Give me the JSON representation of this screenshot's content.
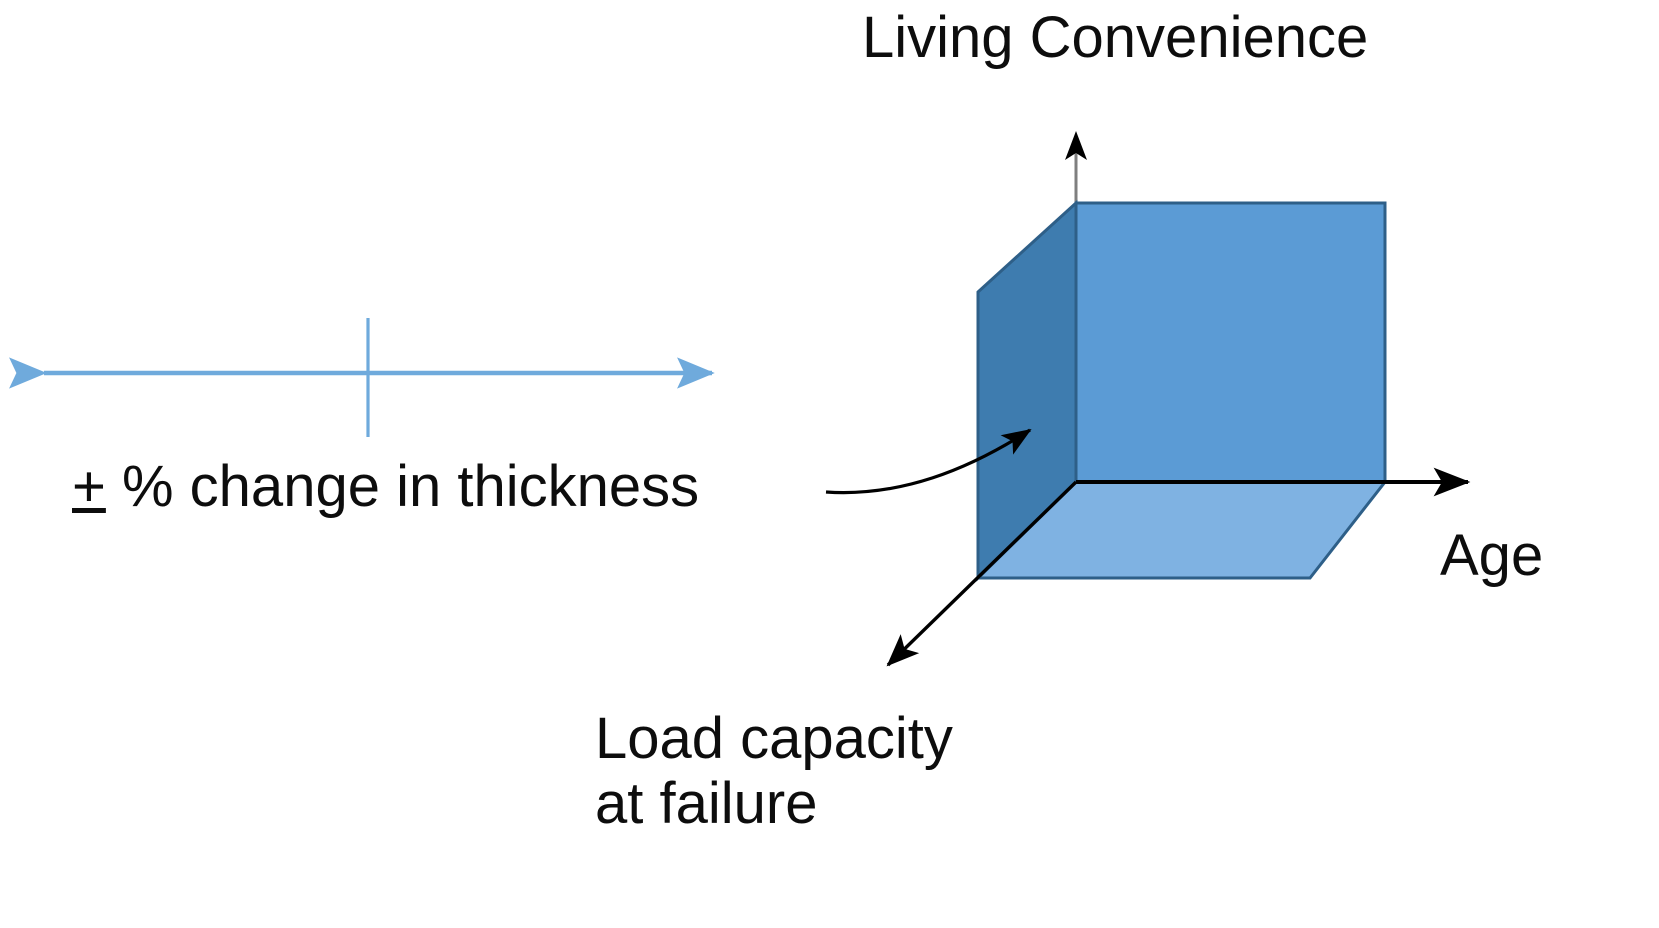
{
  "diagram": {
    "type": "3d-axes-cube-concept",
    "background_color": "#ffffff",
    "title": "Living Convenience",
    "axes": [
      {
        "name": "vertical-axis",
        "label": "Living Convenience",
        "direction": "up",
        "color": "#595959"
      },
      {
        "name": "horizontal-axis",
        "label": "Age",
        "direction": "right",
        "color": "#000000"
      },
      {
        "name": "depth-axis",
        "label": "Load capacity at failure",
        "direction": "down-left",
        "color": "#000000"
      }
    ],
    "labels": {
      "living_convenience": "Living Convenience",
      "age": "Age",
      "load_capacity_line1": "Load capacity",
      "load_capacity_line2": "at failure",
      "thickness_prefix": "+",
      "thickness_rest": " % change in thickness"
    },
    "cube": {
      "front_face_color": "#5B9BD5",
      "left_face_color": "#3E7CAF",
      "bottom_face_color": "#7FB2E2",
      "edge_color": "#2E5F88"
    },
    "thickness_indicator": {
      "name": "double-headed-arrow",
      "color": "#5B9BD5",
      "orientation": "horizontal",
      "has_center_tick": true,
      "tick_color": "#5B9BD5"
    },
    "pointer": {
      "name": "curved-callout-arrow",
      "color": "#000000",
      "from": "thickness-label",
      "to": "cube-left-face"
    }
  }
}
